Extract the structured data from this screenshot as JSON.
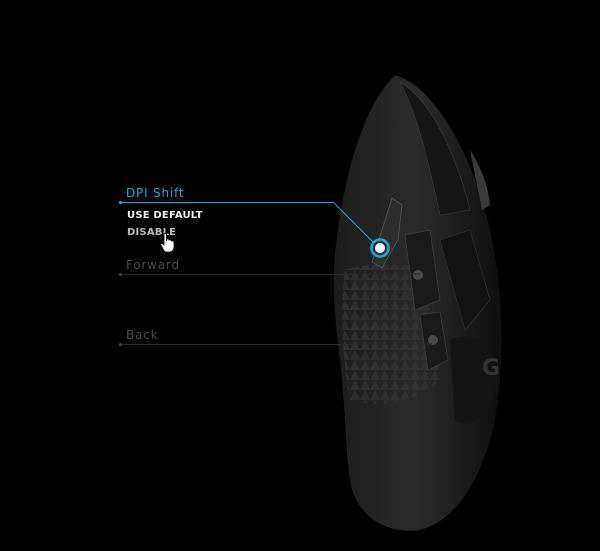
{
  "colors": {
    "accent": "#1ea7e1",
    "inactive": "#4a4a4a",
    "background": "#000000"
  },
  "assignments": [
    {
      "label": "DPI Shift",
      "active": true,
      "options": [
        "USE DEFAULT",
        "DISABLE"
      ]
    },
    {
      "label": "Forward",
      "active": false
    },
    {
      "label": "Back",
      "active": false
    }
  ],
  "icons": {
    "cursor": "hand-pointer-icon",
    "button_marker": "button-hotspot-icon"
  }
}
